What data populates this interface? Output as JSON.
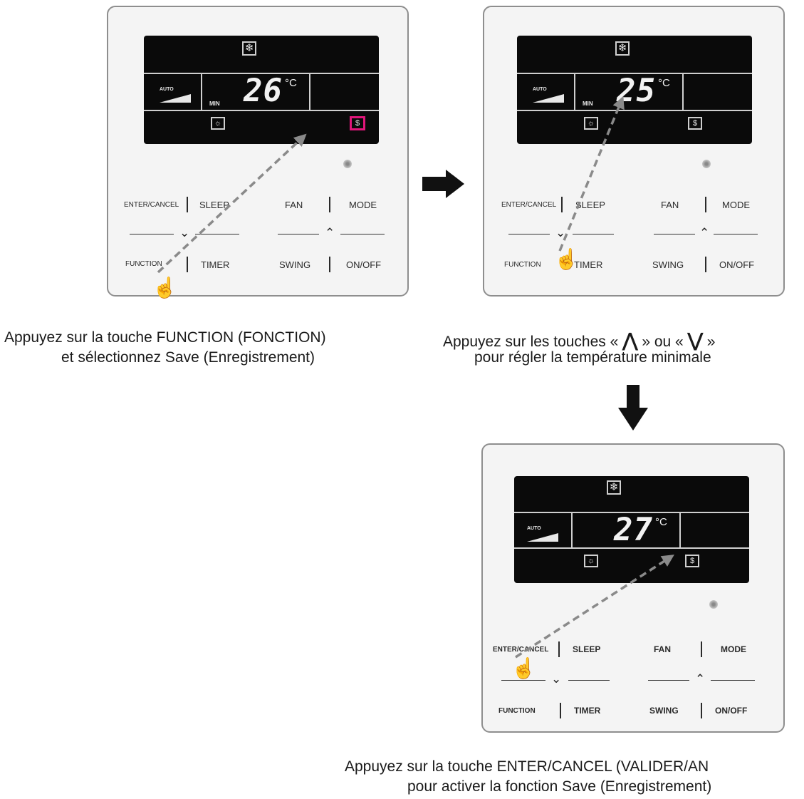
{
  "panels": [
    {
      "temperature": "26",
      "unit": "°C",
      "auto_label": "AUTO",
      "min_label": "MIN",
      "buttons": {
        "enter_cancel": "ENTER/CANCEL",
        "sleep": "SLEEP",
        "fan": "FAN",
        "mode": "MODE",
        "function": "FUNCTION",
        "timer": "TIMER",
        "swing": "SWING",
        "on_off": "ON/OFF"
      },
      "save_highlighted": true,
      "pressed_button": "FUNCTION"
    },
    {
      "temperature": "25",
      "unit": "°C",
      "auto_label": "AUTO",
      "min_label": "MIN",
      "buttons": {
        "enter_cancel": "ENTER/CANCEL",
        "sleep": "SLEEP",
        "fan": "FAN",
        "mode": "MODE",
        "function": "FUNCTION",
        "timer": "TIMER",
        "swing": "SWING",
        "on_off": "ON/OFF"
      },
      "save_highlighted": false,
      "pressed_button": "down-arrow"
    },
    {
      "temperature": "27",
      "unit": "°C",
      "auto_label": "AUTO",
      "min_label": "",
      "buttons": {
        "enter_cancel": "ENTER/CANCEL",
        "sleep": "SLEEP",
        "fan": "FAN",
        "mode": "MODE",
        "function": "FUNCTION",
        "timer": "TIMER",
        "swing": "SWING",
        "on_off": "ON/OFF"
      },
      "save_highlighted": false,
      "pressed_button": "ENTER/CANCEL"
    }
  ],
  "captions": {
    "step1_line1": "Appuyez sur la touche FUNCTION (FONCTION)",
    "step1_line2": "et sélectionnez Save (Enregistrement)",
    "step2_line1_a": "Appuyez sur les touches «",
    "step2_line1_b": "» ou «",
    "step2_line1_c": "»",
    "step2_line2": "pour régler la température minimale",
    "step3_line1": "Appuyez sur la touche ENTER/CANCEL (VALIDER/AN",
    "step3_line2": "pour activer la fonction Save (Enregistrement)"
  },
  "colors": {
    "highlight": "#e0167a",
    "arrow": "#8a8a8a",
    "flow_arrow": "#111111"
  },
  "icons": [
    "snowflake-icon",
    "light-icon",
    "save-icon",
    "fan-speed-icon",
    "sensor-icon",
    "hand-pointer-icon",
    "up-chevron-icon",
    "down-chevron-icon",
    "right-flow-arrow-icon",
    "down-flow-arrow-icon"
  ]
}
